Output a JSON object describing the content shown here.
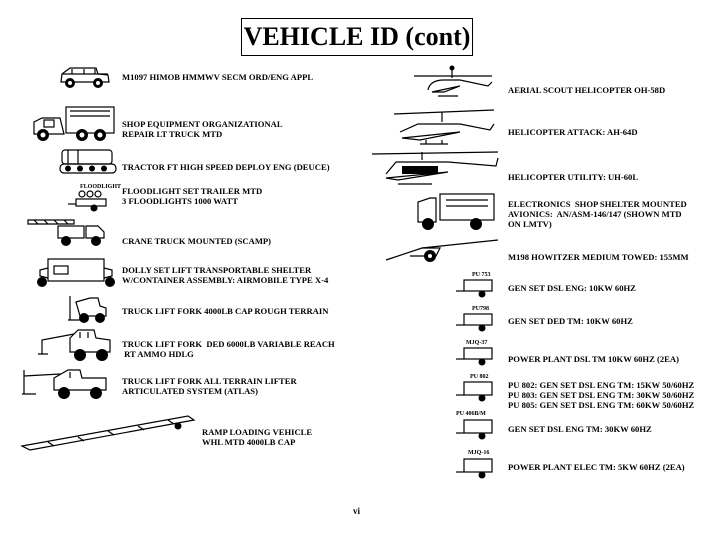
{
  "title": "VEHICLE ID (cont)",
  "left_items": [
    {
      "label": "M1097 HIMOB HMMWV SECM ORD/ENG APPL",
      "icon": "hmmwv-icon"
    },
    {
      "label": "SHOP EQUIPMENT ORGANIZATIONAL\nREPAIR LT TRUCK MTD",
      "icon": "shop-truck-icon"
    },
    {
      "label": "TRACTOR  FT HIGH SPEED DEPLOY ENG (DEUCE)",
      "icon": "tractor-icon"
    },
    {
      "label": "FLOODLIGHT SET TRAILER MTD\n3 FLOODLIGHTS 1000 WATT",
      "icon": "floodlight-trailer-icon",
      "tag": "FLOODLIGHT"
    },
    {
      "label": "CRANE TRUCK MOUNTED (SCAMP)",
      "icon": "crane-truck-icon"
    },
    {
      "label": "DOLLY SET LIFT TRANSPORTABLE SHELTER\nW/CONTAINER ASSEMBLY: AIRMOBILE TYPE X-4",
      "icon": "dolly-set-icon"
    },
    {
      "label": "TRUCK LIFT FORK 4000LB CAP ROUGH TERRAIN",
      "icon": "forklift-icon"
    },
    {
      "label": "TRUCK LIFT FORK  DED 6000LB VARIABLE REACH\n RT AMMO HDLG",
      "icon": "reach-forklift-icon"
    },
    {
      "label": "TRUCK LIFT FORK ALL TERRAIN LIFTER\nARTICULATED SYSTEM (ATLAS)",
      "icon": "atlas-forklift-icon"
    },
    {
      "label": "RAMP LOADING VEHICLE\nWHL MTD 4000LB CAP",
      "icon": "ramp-icon"
    }
  ],
  "right_items": [
    {
      "label": "AERIAL SCOUT HELICOPTER OH-58D",
      "icon": "scout-helicopter-icon"
    },
    {
      "label": "HELICOPTER ATTACK:  AH-64D",
      "icon": "attack-helicopter-icon"
    },
    {
      "label": "HELICOPTER UTILITY:  UH-60L",
      "icon": "utility-helicopter-icon"
    },
    {
      "label": "ELECTRONICS  SHOP SHELTER MOUNTED\nAVIONICS:  AN/ASM-146/147 (SHOWN MTD\nON LMTV)",
      "icon": "shelter-truck-icon"
    },
    {
      "label": "M198 HOWITZER MEDIUM TOWED:  155MM",
      "icon": "howitzer-icon"
    },
    {
      "label": "GEN SET DSL ENG:  10KW 60HZ",
      "icon": "generator-icon",
      "tag": "PU 753"
    },
    {
      "label": "GEN SET DED TM:  10KW 60HZ",
      "icon": "generator-icon",
      "tag": "PU798"
    },
    {
      "label": "POWER PLANT  DSL TM 10KW 60HZ (2EA)",
      "icon": "generator-icon",
      "tag": "MJQ-37"
    },
    {
      "label": "PU 802: GEN SET DSL ENG TM: 15KW 50/60HZ\nPU 803: GEN SET DSL ENG TM: 30KW 50/60HZ\nPU 805: GEN SET DSL ENG TM: 60KW 50/60HZ",
      "icon": "generator-icon",
      "tag": "PU 802"
    },
    {
      "label": "GEN SET DSL ENG TM: 30KW 60HZ",
      "icon": "generator-icon",
      "tag": "PU 406B/M"
    },
    {
      "label": "POWER PLANT ELEC TM: 5KW 60HZ (2EA)",
      "icon": "generator-icon",
      "tag": "MJQ-16"
    }
  ],
  "page_number": "vi"
}
